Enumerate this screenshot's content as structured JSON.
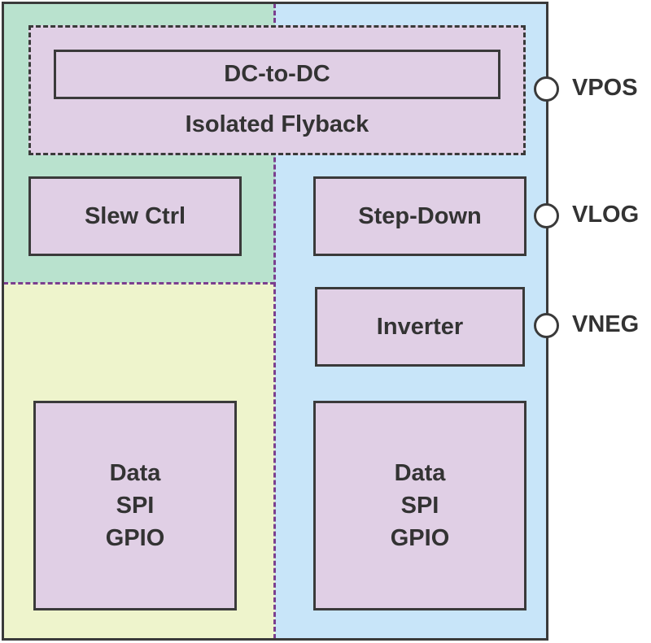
{
  "blocks": {
    "dc_to_dc": "DC-to-DC",
    "flyback": "Isolated Flyback",
    "slew": "Slew Ctrl",
    "stepdown": "Step-Down",
    "inverter": "Inverter",
    "left_data": [
      "Data",
      "SPI",
      "GPIO"
    ],
    "right_data": [
      "Data",
      "SPI",
      "GPIO"
    ]
  },
  "pins": [
    "VPOS",
    "VLOG",
    "VNEG"
  ],
  "colors": {
    "green_region": "#b9e2ce",
    "yellow_region": "#eef4cc",
    "blue_region": "#c8e5f9",
    "block_fill": "#e0cfe5",
    "divider": "#7b3f8f",
    "outline": "#3a3a3a"
  }
}
